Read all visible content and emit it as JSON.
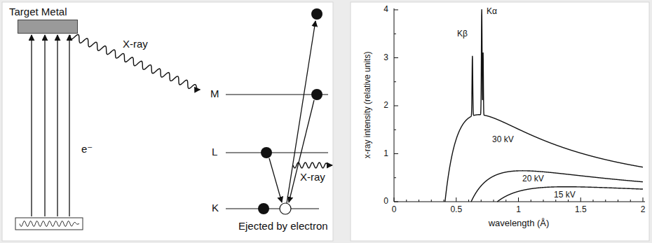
{
  "diagram": {
    "nodes": [
      {
        "text": [
          "Target Metal"
        ]
      }
    ],
    "labels": [
      "X-ray",
      "e⁻",
      "M",
      "L",
      "K",
      "X-ray",
      "Ejected by electron",
      "Kβ",
      "Kα",
      "30 kV",
      "20 kV",
      "15 kV",
      "4",
      "3",
      "2",
      "1",
      "0",
      "0",
      "0.5",
      "1",
      "1.5",
      "2",
      "x-ray intensity  (relative units)",
      "wavelength (Å)"
    ]
  }
}
